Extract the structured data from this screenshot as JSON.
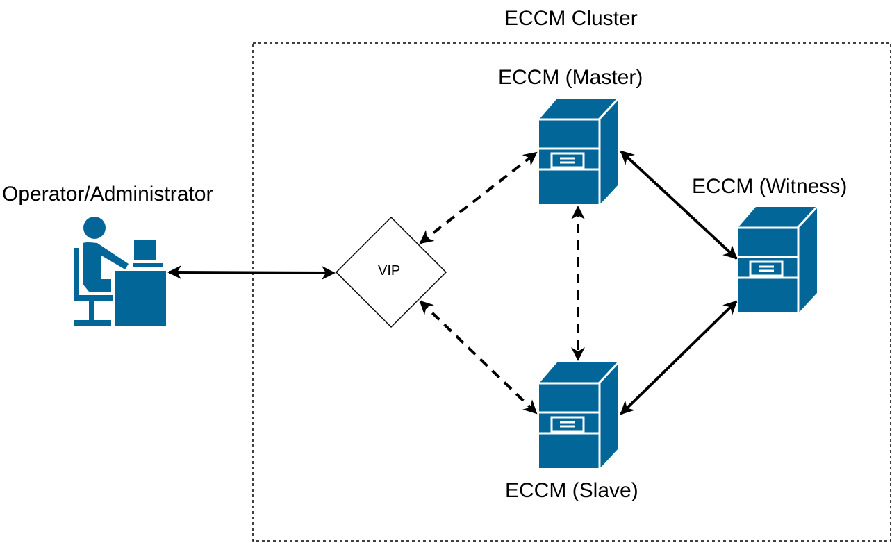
{
  "cluster": {
    "label": "ECCM Cluster"
  },
  "nodes": {
    "operator": {
      "label": "Operator/Administrator"
    },
    "vip": {
      "label": "VIP"
    },
    "master": {
      "label": "ECCM (Master)"
    },
    "witness": {
      "label": "ECCM (Witness)"
    },
    "slave": {
      "label": "ECCM (Slave)"
    }
  },
  "colors": {
    "server": "#036699",
    "line": "#000000"
  },
  "edges": [
    {
      "from": "operator",
      "to": "vip",
      "style": "solid",
      "direction": "both"
    },
    {
      "from": "vip",
      "to": "master",
      "style": "dashed",
      "direction": "both"
    },
    {
      "from": "vip",
      "to": "slave",
      "style": "dashed",
      "direction": "both"
    },
    {
      "from": "master",
      "to": "slave",
      "style": "dashed",
      "direction": "both"
    },
    {
      "from": "master",
      "to": "witness",
      "style": "solid",
      "direction": "both"
    },
    {
      "from": "slave",
      "to": "witness",
      "style": "solid",
      "direction": "both"
    }
  ]
}
